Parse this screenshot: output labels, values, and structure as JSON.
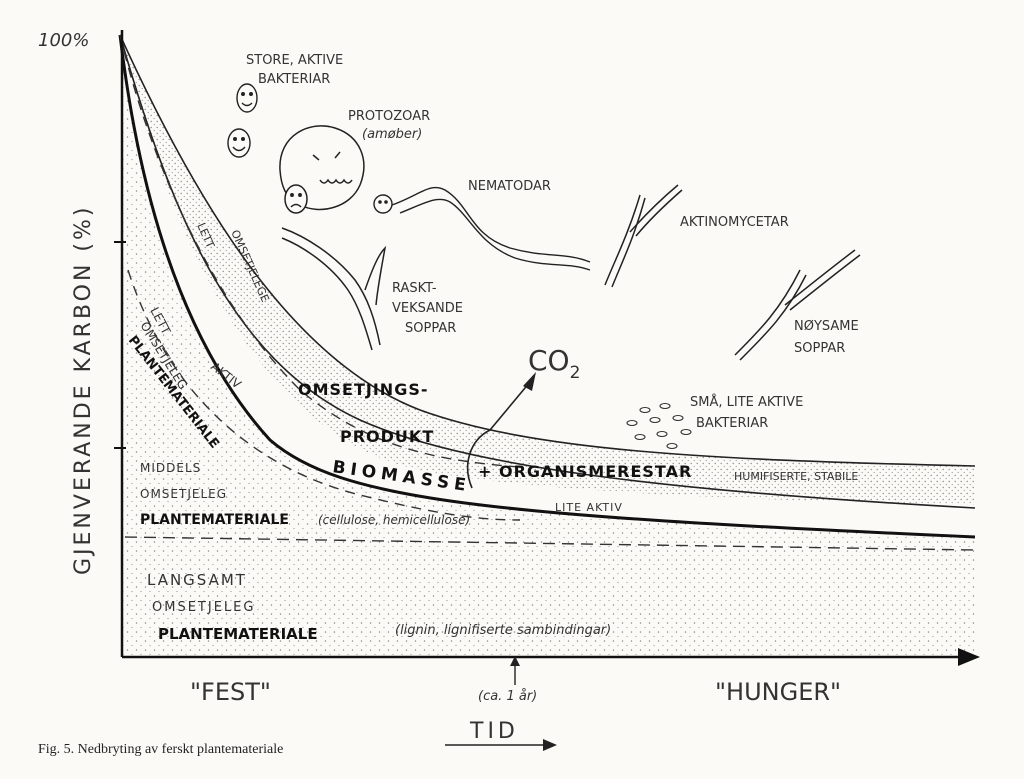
{
  "y_axis": {
    "top_label": "100%",
    "title": "GJENVERANDE KARBON (%)"
  },
  "x_axis": {
    "left_label": "\"FEST\"",
    "right_label": "\"HUNGER\"",
    "marker": "(ca. 1 år)",
    "title": "TID"
  },
  "organisms": {
    "bacteria_active": [
      "STORE, AKTIVE",
      "BAKTERIAR"
    ],
    "protozoa": [
      "PROTOZOAR",
      "(amøber)"
    ],
    "nematodes": "NEMATODAR",
    "actinomycetes": "AKTINOMYCETAR",
    "fast_fungi": [
      "RASKT-",
      "VEKSANDE",
      "SOPPAR"
    ],
    "slow_fungi": [
      "NØYSAME",
      "SOPPAR"
    ],
    "bacteria_small": [
      "SMÅ, LITE AKTIVE",
      "BAKTERIAR"
    ]
  },
  "co2": {
    "main": "CO",
    "sub": "2"
  },
  "zones": {
    "lett_omsetjelege": [
      "LETT",
      "OMSETJELEGE"
    ],
    "lett_plant": [
      "LETT",
      "OMSETJELEG",
      "PLANTEMATERIALE"
    ],
    "aktiv": "AKTIV",
    "omsetjings": [
      "OMSETJINGS-",
      "PRODUKT"
    ],
    "organismerestar": "+ ORGANISMERESTAR",
    "biomasse": "BIOMASSE",
    "humifiserte": "HUMIFISERTE, STABILE",
    "lite_aktiv": "LITE AKTIV",
    "middels": [
      "MIDDELS",
      "OMSETJELEG"
    ],
    "middels_plant": "PLANTEMATERIALE",
    "middels_note": "(cellulose, hemicellulose)",
    "langsamt": [
      "LANGSAMT",
      "OMSETJELEG"
    ],
    "langsamt_plant": "PLANTEMATERIALE",
    "langsamt_note": "(lignin, lignifiserte sambindingar)"
  },
  "caption": "Fig. 5. Nedbryting av ferskt plantemateriale",
  "colors": {
    "ink": "#1a1a1a",
    "paper": "#fbfaf6",
    "stipple": "#8a8a8a"
  }
}
